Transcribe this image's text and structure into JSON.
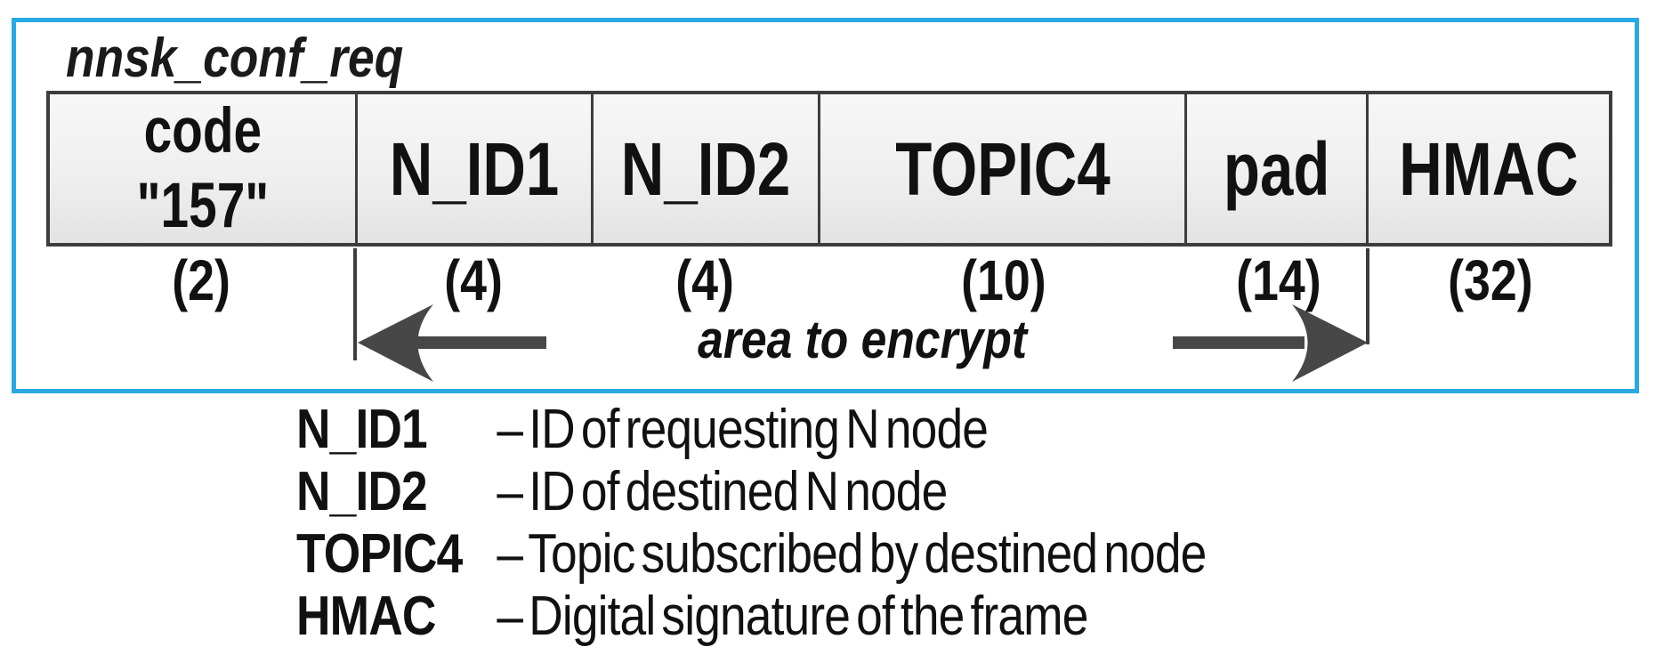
{
  "colors": {
    "accent_blue": "#29a9e2",
    "table_line_gray": "#3d3d3d",
    "arrow_gray": "#474747",
    "cell_fill_top": "#f7f7f7",
    "cell_fill_bottom": "#e3e3e3"
  },
  "frame": {
    "title": "nnsk_conf_req",
    "fields": [
      {
        "label": "code",
        "value": "\"157\"",
        "size": "(2)"
      },
      {
        "label": "N_ID1",
        "size": "(4)"
      },
      {
        "label": "N_ID2",
        "size": "(4)"
      },
      {
        "label": "TOPIC4",
        "size": "(10)"
      },
      {
        "label": "pad",
        "size": "(14)"
      },
      {
        "label": "HMAC",
        "size": "(32)"
      }
    ],
    "encrypt_area_label": "area to encrypt"
  },
  "legend": {
    "items": [
      {
        "term": "N_ID1",
        "desc": "– ID of requesting N node"
      },
      {
        "term": "N_ID2",
        "desc": "– ID of destined N node"
      },
      {
        "term": "TOPIC4",
        "desc": "– Topic subscribed by destined node"
      },
      {
        "term": "HMAC",
        "desc": "– Digital signature of the frame"
      }
    ]
  }
}
